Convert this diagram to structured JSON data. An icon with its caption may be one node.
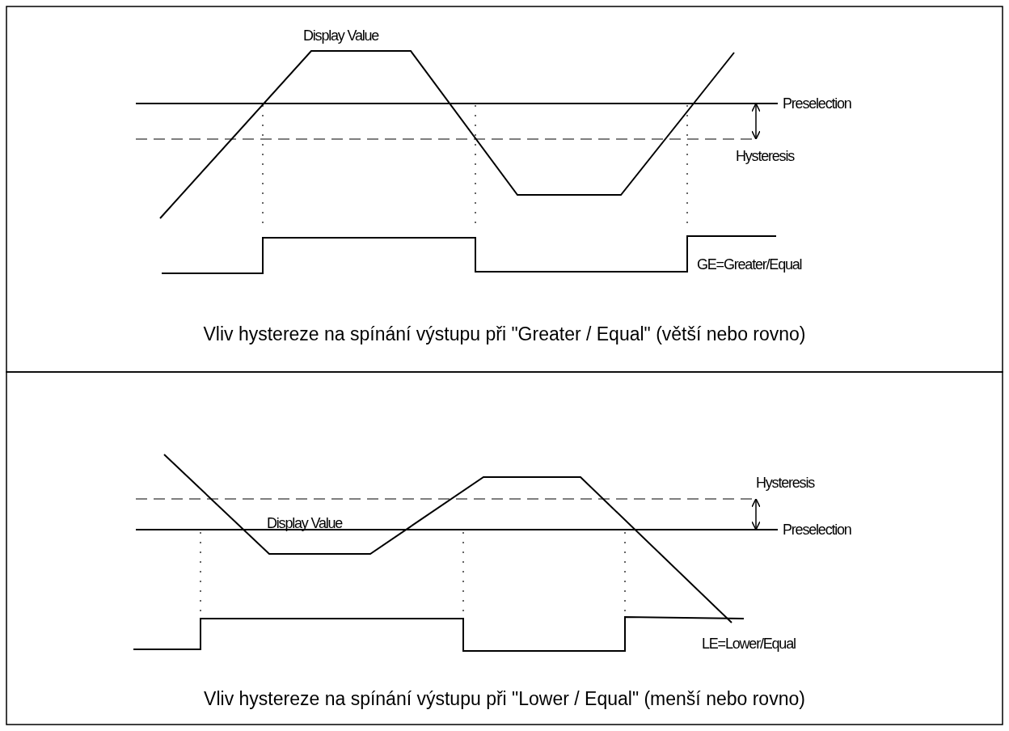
{
  "diagram": {
    "labels": [
      "Display Value",
      "Preselection",
      "Hysteresis",
      "GE=Greater/Equal",
      "Vliv hystereze na spínání výstupu při \"Greater / Equal\" (větší nebo rovno)",
      "Hysteresis",
      "Preselection",
      "Display Value",
      "LE=Lower/Equal",
      "Vliv hystereze na spínání výstupu při \"Lower / Equal\" (menší nebo rovno)"
    ]
  }
}
